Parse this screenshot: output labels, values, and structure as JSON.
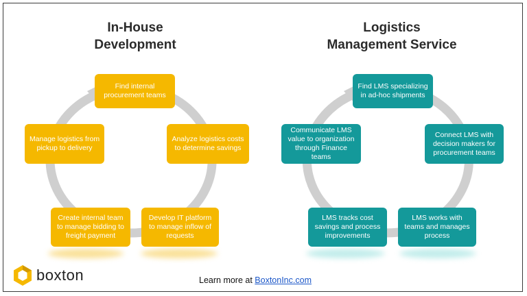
{
  "left": {
    "title": [
      "In-House",
      "Development"
    ],
    "steps": [
      "Find internal procurement teams",
      "Analyze logistics costs to determine savings",
      "Develop IT platform to manage inflow of requests",
      "Create internal team to manage bidding to freight payment",
      "Manage logistics from pickup to delivery"
    ]
  },
  "right": {
    "title": [
      "Logistics",
      "Management Service"
    ],
    "steps": [
      "Find LMS specializing in ad-hoc shipments",
      "Connect LMS with decision makers for procurement teams",
      "LMS works with teams and manages process",
      "LMS tracks cost savings and process improvements",
      "Communicate LMS value to organization through Finance teams"
    ]
  },
  "brand": {
    "name": "boxton",
    "logo_color": "#f5b800"
  },
  "footer": {
    "text": "Learn more at ",
    "link": "BoxtonInc.com"
  },
  "colors": {
    "left_box": "#f5b800",
    "right_box": "#14999a",
    "cycle_ring": "#cfcfcf"
  }
}
